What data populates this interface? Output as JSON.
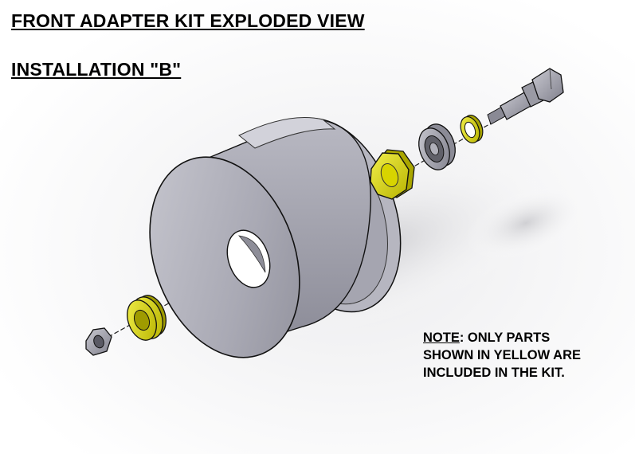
{
  "diagram": {
    "title": "FRONT ADAPTER KIT EXPLODED VIEW",
    "subtitle": "INSTALLATION \"B\"",
    "note": {
      "label": "NOTE",
      "text_line1": ": ONLY PARTS",
      "text_line2": "SHOWN IN YELLOW ARE",
      "text_line3": "INCLUDED IN THE KIT."
    },
    "colors": {
      "kit_part": "#d8d400",
      "non_kit_part": "#9c9ca8",
      "outline": "#111111"
    },
    "parts": [
      {
        "name": "nut-small",
        "in_kit": false
      },
      {
        "name": "washer-stack",
        "in_kit": true
      },
      {
        "name": "pulley",
        "in_kit": false
      },
      {
        "name": "hex-nut-large",
        "in_kit": true
      },
      {
        "name": "bearing",
        "in_kit": false
      },
      {
        "name": "spacer-ring",
        "in_kit": true
      },
      {
        "name": "threaded-shaft",
        "in_kit": false
      }
    ]
  }
}
